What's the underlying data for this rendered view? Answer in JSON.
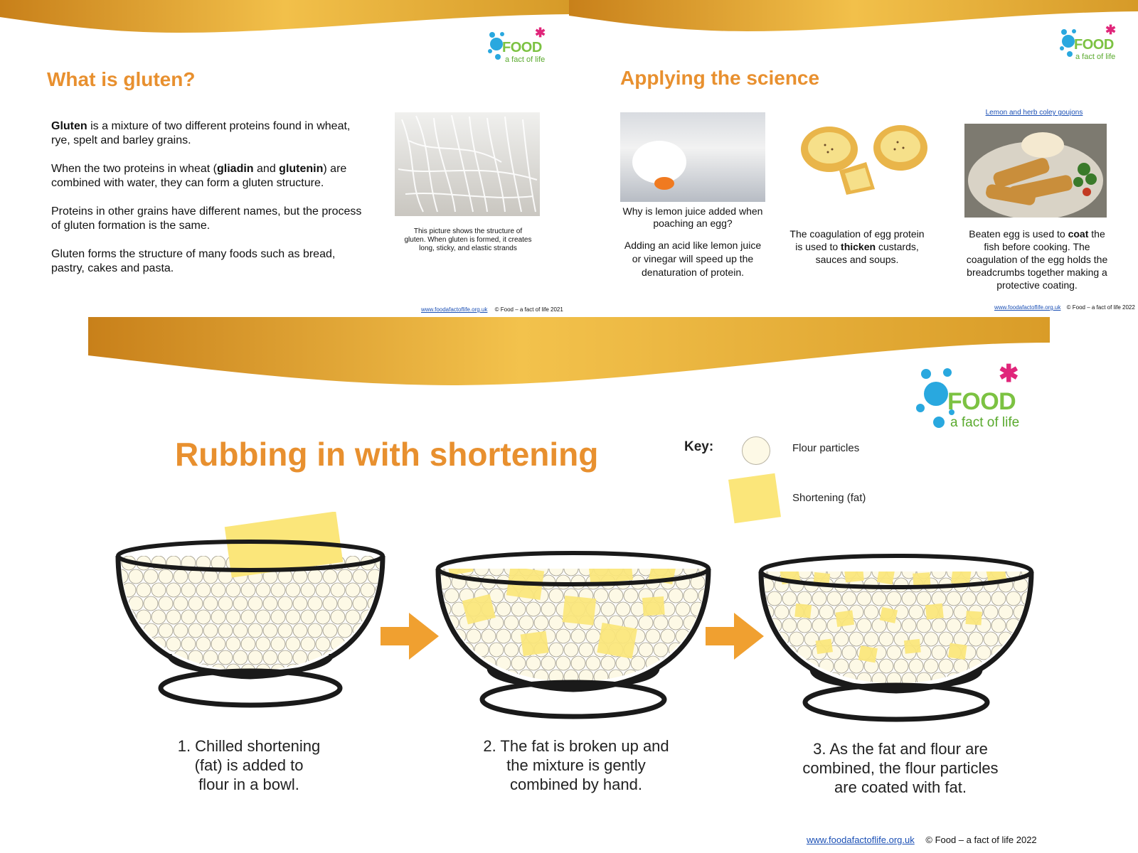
{
  "slide1": {
    "title": "What is gluten?",
    "para1_bold": "Gluten",
    "para1_rest": " is a mixture of two different proteins found in wheat, rye, spelt and barley grains.",
    "para2_a": "When the two proteins in wheat (",
    "para2_b1": "gliadin",
    "para2_and": " and ",
    "para2_b2": "glutenin",
    "para2_c": ") are combined with water, they can form a gluten structure.",
    "para3": "Proteins in other grains have different names, but the process of gluten formation is the same.",
    "para4": "Gluten forms the structure of many foods such as bread, pastry, cakes and pasta.",
    "image_caption": "This picture shows the structure of gluten. When gluten is formed, it creates long, sticky, and elastic strands",
    "footer_link": "www.foodafactoflife.org.uk",
    "footer_copy": "© Food – a fact of life 2021"
  },
  "slide2": {
    "title": "Applying the science",
    "col1_q": "Why is lemon juice added when poaching an egg?",
    "col1_a": "Adding an acid like lemon juice or vinegar will speed up the denaturation of protein.",
    "col2_a": "The coagulation of egg protein is used to ",
    "col2_bold": "thicken",
    "col2_b": " custards, sauces and soups.",
    "col3_link": "Lemon and herb coley goujons",
    "col3_a": "Beaten egg is used to ",
    "col3_bold": "coat",
    "col3_b": " the fish before cooking. The coagulation of the egg holds the breadcrumbs together making a protective coating.",
    "footer_link": "www.foodafactoflife.org.uk",
    "footer_copy": "© Food – a fact of life 2022"
  },
  "slide3": {
    "title": "Rubbing in with shortening",
    "key_label": "Key:",
    "key_flour": "Flour particles",
    "key_fat": "Shortening (fat)",
    "step1_l1": "1. Chilled shortening",
    "step1_l2": "(fat) is added to",
    "step1_l3": "flour in a bowl.",
    "step2_l1": "2.   The fat is broken up and",
    "step2_l2": "the mixture is gently",
    "step2_l3": "combined by hand.",
    "step3_l1": "3.   As the fat and flour are",
    "step3_l2": "combined, the flour particles",
    "step3_l3": "are coated with fat.",
    "footer_link": "www.foodafactoflife.org.uk",
    "footer_copy": "© Food – a fact of life 2022"
  },
  "logo": {
    "word": "FOOD",
    "sub": "a fact of life"
  },
  "colors": {
    "title_orange": "#e8902f",
    "swoosh_gold": "#e0a020",
    "fat_yellow": "#fbe67a",
    "flour_cream": "#fdf9e6",
    "arrow_orange": "#f0a030"
  }
}
